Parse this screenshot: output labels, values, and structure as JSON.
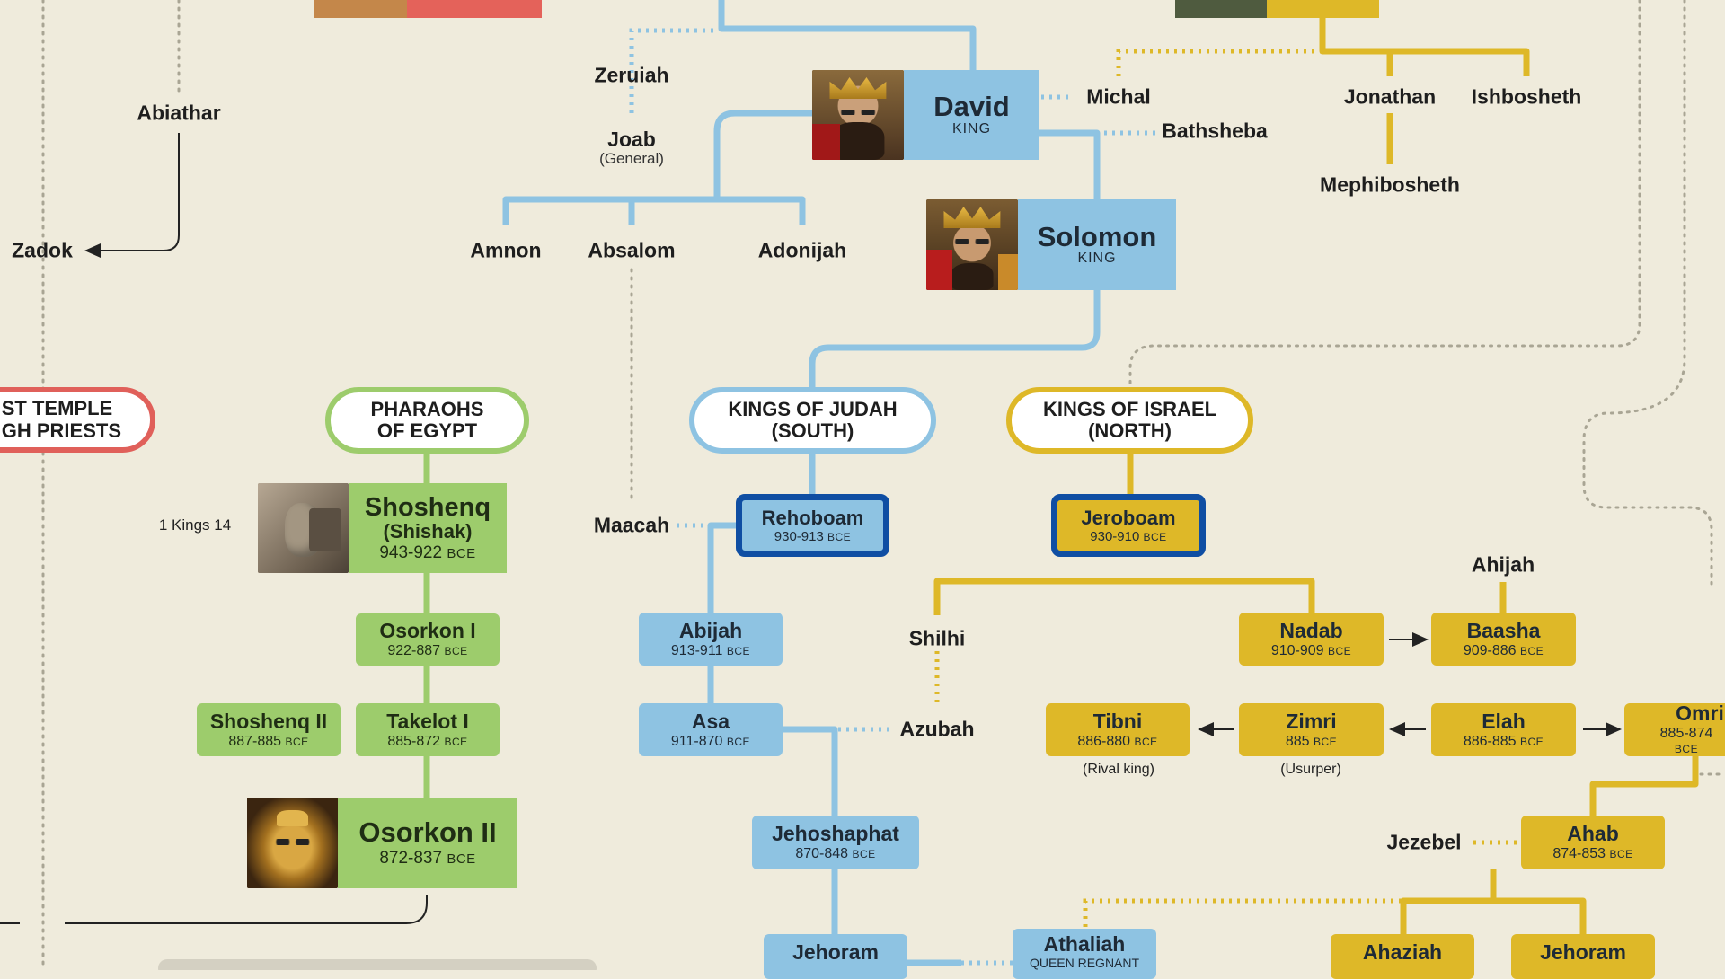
{
  "colors": {
    "judah": "#8ec3e2",
    "israel": "#deb828",
    "egypt": "#9dcc6c",
    "priests": "#e0605a",
    "ring": "#0f4ea3",
    "background": "#efebdc"
  },
  "headers": {
    "priests": "ST TEMPLE\nGH PRIESTS",
    "egypt": "PHARAOHS\nOF EGYPT",
    "judah": "KINGS OF JUDAH\n(SOUTH)",
    "israel": "KINGS OF ISRAEL\n(NORTH)"
  },
  "kings": {
    "david": {
      "name": "David",
      "title": "KING",
      "portrait": "david-portrait"
    },
    "solomon": {
      "name": "Solomon",
      "title": "KING",
      "portrait": "solomon-portrait"
    }
  },
  "judah": {
    "rehoboam": {
      "name": "Rehoboam",
      "years": "930-913",
      "era": "BCE"
    },
    "abijah": {
      "name": "Abijah",
      "years": "913-911",
      "era": "BCE"
    },
    "asa": {
      "name": "Asa",
      "years": "911-870",
      "era": "BCE"
    },
    "jehoshaphat": {
      "name": "Jehoshaphat",
      "years": "870-848",
      "era": "BCE"
    },
    "jehoram": {
      "name": "Jehoram"
    },
    "athaliah": {
      "name": "Athaliah",
      "title": "QUEEN REGNANT"
    }
  },
  "israel": {
    "jeroboam": {
      "name": "Jeroboam",
      "years": "930-910",
      "era": "BCE"
    },
    "nadab": {
      "name": "Nadab",
      "years": "910-909",
      "era": "BCE"
    },
    "baasha": {
      "name": "Baasha",
      "years": "909-886",
      "era": "BCE"
    },
    "tibni": {
      "name": "Tibni",
      "years": "886-880",
      "era": "BCE",
      "note": "(Rival king)"
    },
    "zimri": {
      "name": "Zimri",
      "years": "885",
      "era": "BCE",
      "note": "(Usurper)"
    },
    "elah": {
      "name": "Elah",
      "years": "886-885",
      "era": "BCE"
    },
    "omri": {
      "name": "Omri",
      "years": "885-874",
      "era": "BCE"
    },
    "ahab": {
      "name": "Ahab",
      "years": "874-853",
      "era": "BCE"
    },
    "ahaziah": {
      "name": "Ahaziah"
    },
    "jehoram": {
      "name": "Jehoram"
    }
  },
  "egypt": {
    "shoshenq": {
      "name": "Shoshenq",
      "alias": "(Shishak)",
      "years": "943-922",
      "era": "BCE",
      "portrait": "shoshenq-relief"
    },
    "osorkon1": {
      "name": "Osorkon I",
      "years": "922-887",
      "era": "BCE"
    },
    "shoshenq2": {
      "name": "Shoshenq II",
      "years": "887-885",
      "era": "BCE"
    },
    "takelot1": {
      "name": "Takelot I",
      "years": "885-872",
      "era": "BCE"
    },
    "osorkon2": {
      "name": "Osorkon II",
      "years": "872-837",
      "era": "BCE",
      "portrait": "osorkon-mask"
    }
  },
  "people": {
    "zeruiah": "Zeruiah",
    "joab": "Joab",
    "joab_role": "(General)",
    "abiathar": "Abiathar",
    "zadok": "Zadok",
    "michal": "Michal",
    "bathsheba": "Bathsheba",
    "jonathan": "Jonathan",
    "ishbosheth": "Ishbosheth",
    "mephibosheth": "Mephibosheth",
    "amnon": "Amnon",
    "absalom": "Absalom",
    "adonijah": "Adonijah",
    "maacah": "Maacah",
    "shilhi": "Shilhi",
    "azubah": "Azubah",
    "ahijah": "Ahijah",
    "jezebel": "Jezebel"
  },
  "refs": {
    "shishak_ref": "1 Kings 14"
  }
}
